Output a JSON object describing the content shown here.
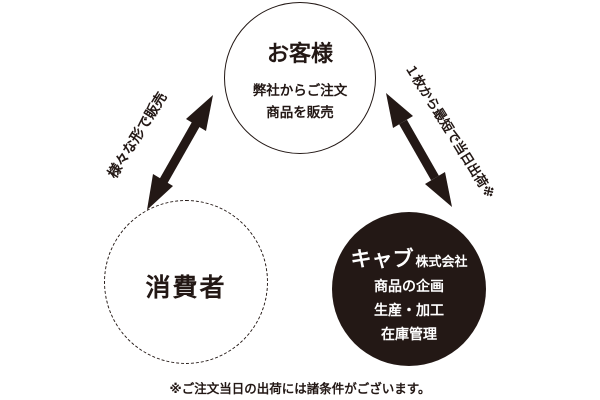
{
  "customer": {
    "title": "お客様",
    "line1": "弊社からご注文",
    "line2": "商品を販売"
  },
  "consumer": {
    "title": "消費者"
  },
  "company": {
    "name": "キャブ",
    "suffix": "株式会社",
    "line1": "商品の企画",
    "line2": "生産・加工",
    "line3": "在庫管理"
  },
  "labels": {
    "left": "様々な形で販売",
    "right": "１枚から最短で当日出荷※"
  },
  "footnote": "※ご注文当日の出荷には諸条件がございます。",
  "colors": {
    "ink": "#231815",
    "background": "#ffffff"
  }
}
